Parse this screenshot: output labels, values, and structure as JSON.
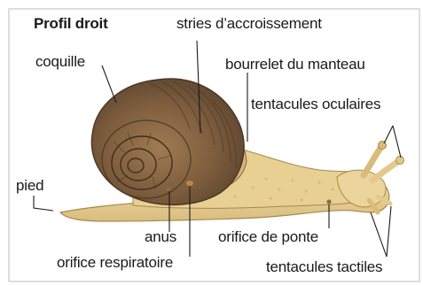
{
  "title": "Profil droit",
  "labels": {
    "coquille": "coquille",
    "stries": "stries d’accroissement",
    "bourrelet": "bourrelet du manteau",
    "tentacules_oculaires": "tentacules oculaires",
    "pied": "pied",
    "anus": "anus",
    "orifice_ponte": "orifice de ponte",
    "orifice_respiratoire": "orifice respiratoire",
    "tentacules_tactiles": "tentacules tactiles"
  },
  "colors": {
    "border": "#d4d4d4",
    "shell_dark": "#5e4630",
    "shell_mid": "#8a6a48",
    "shell_light": "#b5936a",
    "body": "#ead39a",
    "body_shadow": "#c8ab6c",
    "leader": "#1a1a1a"
  }
}
